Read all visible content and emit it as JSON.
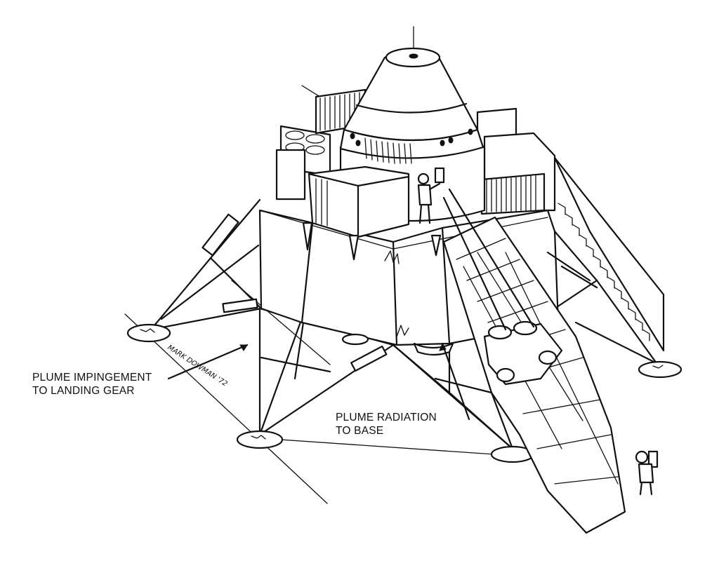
{
  "labels": {
    "landing_gear_line1": "PLUME IMPINGEMENT",
    "landing_gear_line2": "TO LANDING GEAR",
    "base_line1": "PLUME RADIATION",
    "base_line2": "TO BASE"
  },
  "signature": "MARK DOWMAN '72",
  "colors": {
    "ink": "#111111",
    "paper": "#ffffff"
  }
}
